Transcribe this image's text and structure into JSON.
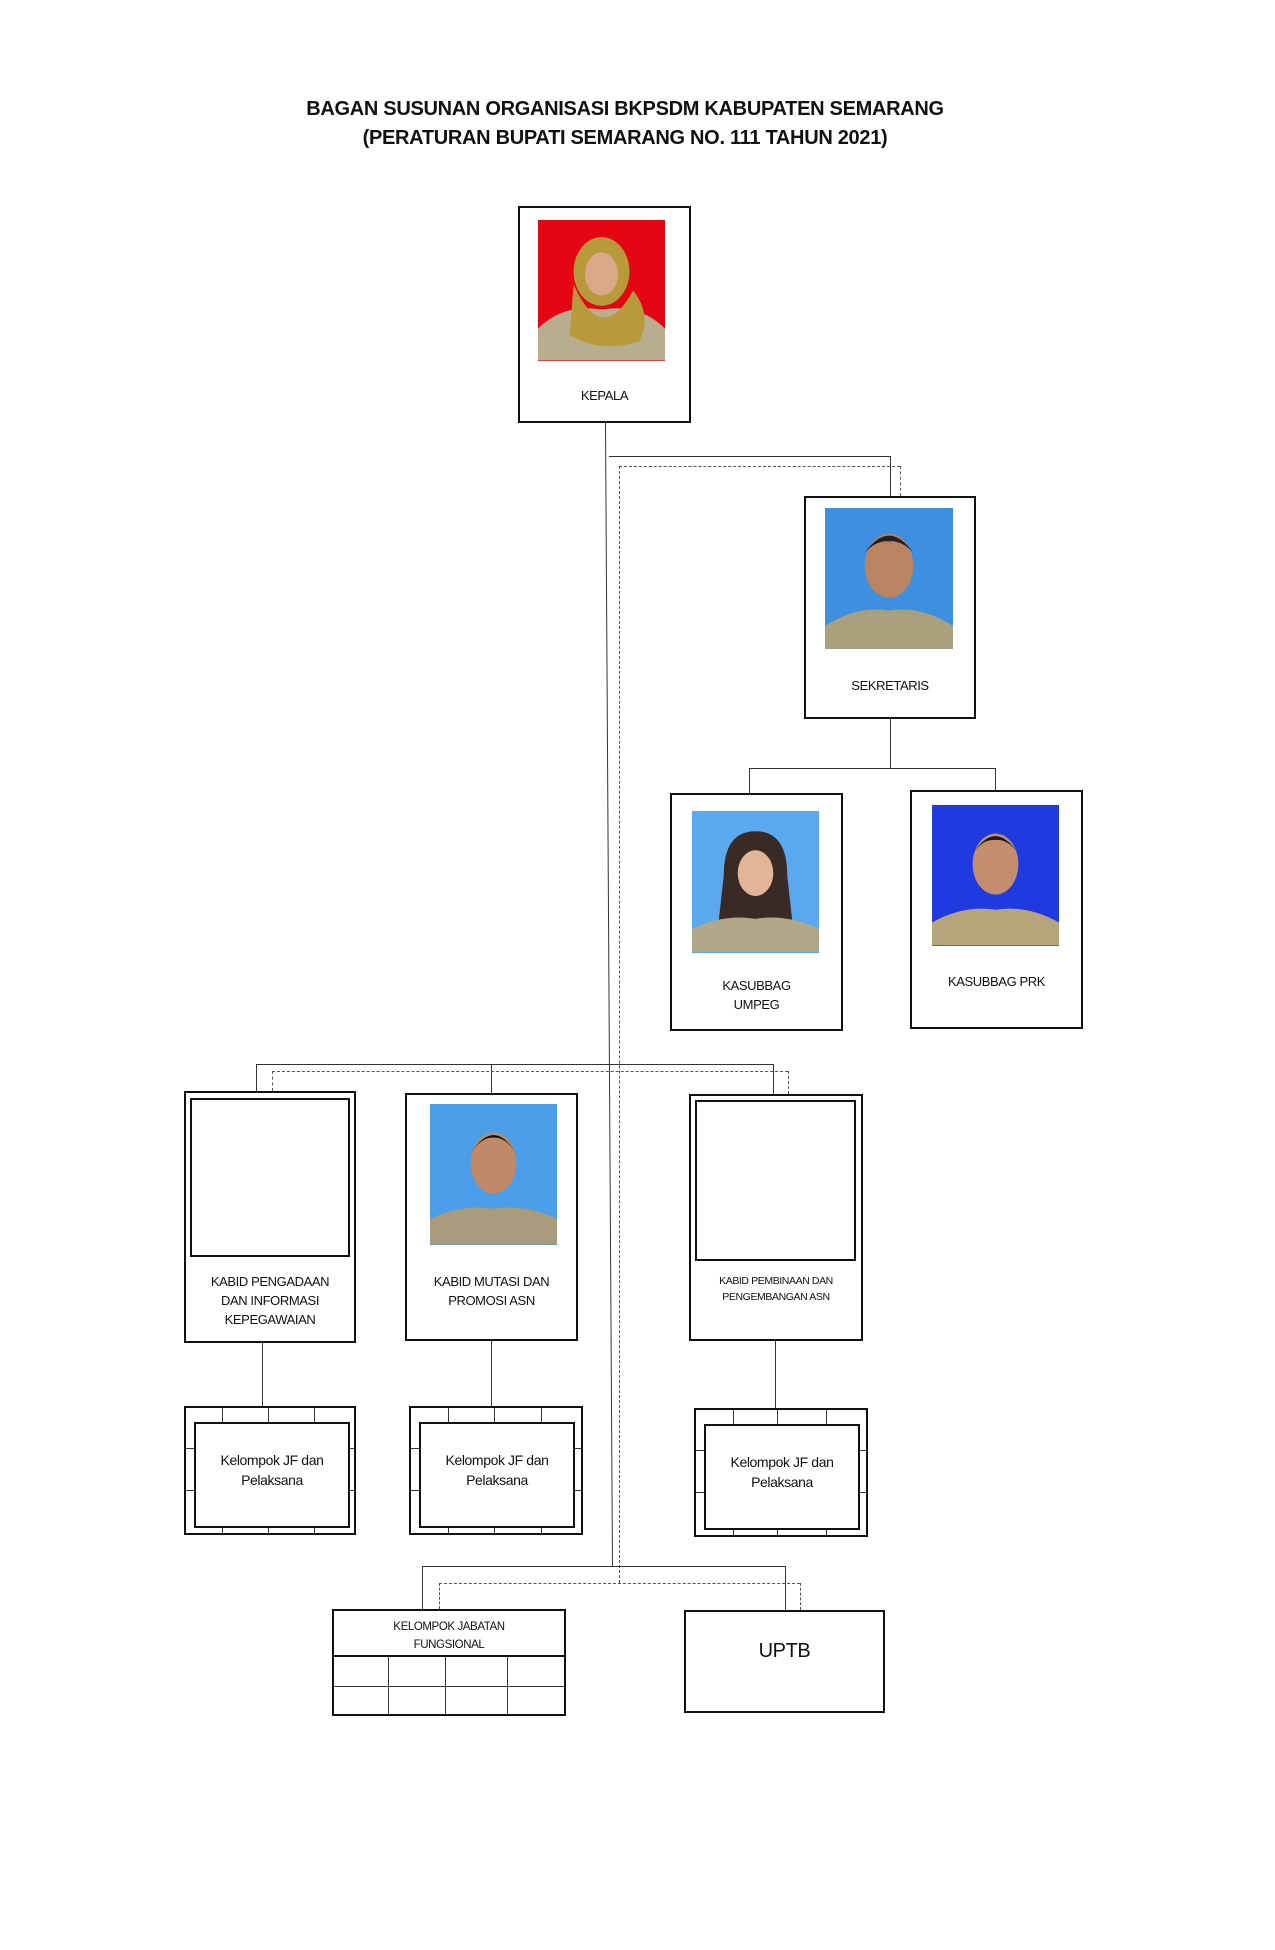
{
  "title": {
    "line1": "BAGAN SUSUNAN ORGANISASI BKPSDM KABUPATEN SEMARANG",
    "line2": "(PERATURAN BUPATI SEMARANG NO. 111 TAHUN 2021)"
  },
  "nodes": {
    "kepala": {
      "label": "KEPALA",
      "photo_bg": "#e30613"
    },
    "sekretaris": {
      "label": "SEKRETARIS",
      "photo_bg": "#3d8fe0"
    },
    "umpeg": {
      "label1": "KASUBBAG",
      "label2": "UMPEG",
      "photo_bg": "#5aa9ee"
    },
    "prk": {
      "label": "KASUBBAG PRK",
      "photo_bg": "#1f3be0"
    },
    "kabid1": {
      "label1": "KABID PENGADAAN",
      "label2": "DAN INFORMASI",
      "label3": "KEPEGAWAIAN"
    },
    "kabid2": {
      "label1": "KABID MUTASI DAN",
      "label2": "PROMOSI ASN",
      "photo_bg": "#4a9fe8"
    },
    "kabid3": {
      "label1": "KABID PEMBINAAN DAN",
      "label2": "PENGEMBANGAN ASN"
    },
    "kelompok1": {
      "label1": "Kelompok JF dan",
      "label2": "Pelaksana"
    },
    "kelompok2": {
      "label1": "Kelompok JF dan",
      "label2": "Pelaksana"
    },
    "kelompok3": {
      "label1": "Kelompok JF dan",
      "label2": "Pelaksana"
    },
    "jabatan_fungsional": {
      "label1": "KELOMPOK JABATAN",
      "label2": "FUNGSIONAL"
    },
    "uptb": {
      "label": "UPTB"
    }
  }
}
